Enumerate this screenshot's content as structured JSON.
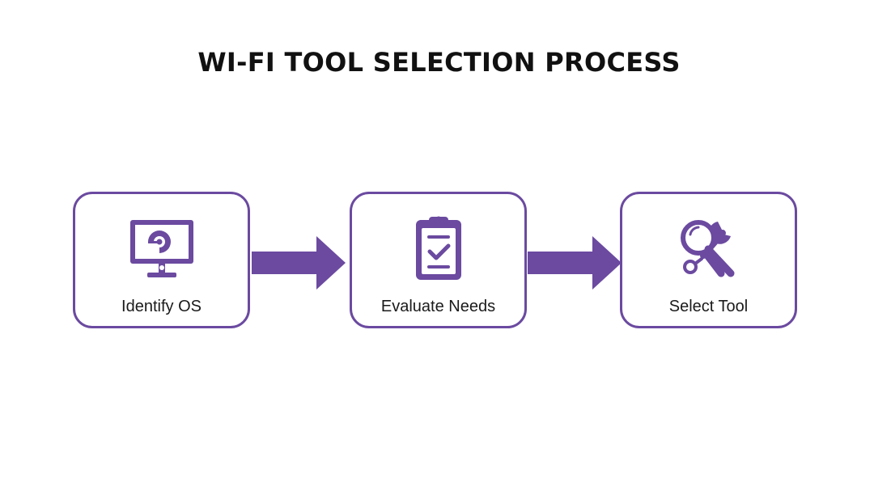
{
  "title": "WI-FI TOOL SELECTION PROCESS",
  "colors": {
    "accent": "#6b4aa0",
    "text": "#111111",
    "background": "#ffffff"
  },
  "steps": [
    {
      "label": "Identify OS",
      "icon": "monitor-icon"
    },
    {
      "label": "Evaluate Needs",
      "icon": "clipboard-check-icon"
    },
    {
      "label": "Select Tool",
      "icon": "magnifier-wrench-icon"
    }
  ]
}
